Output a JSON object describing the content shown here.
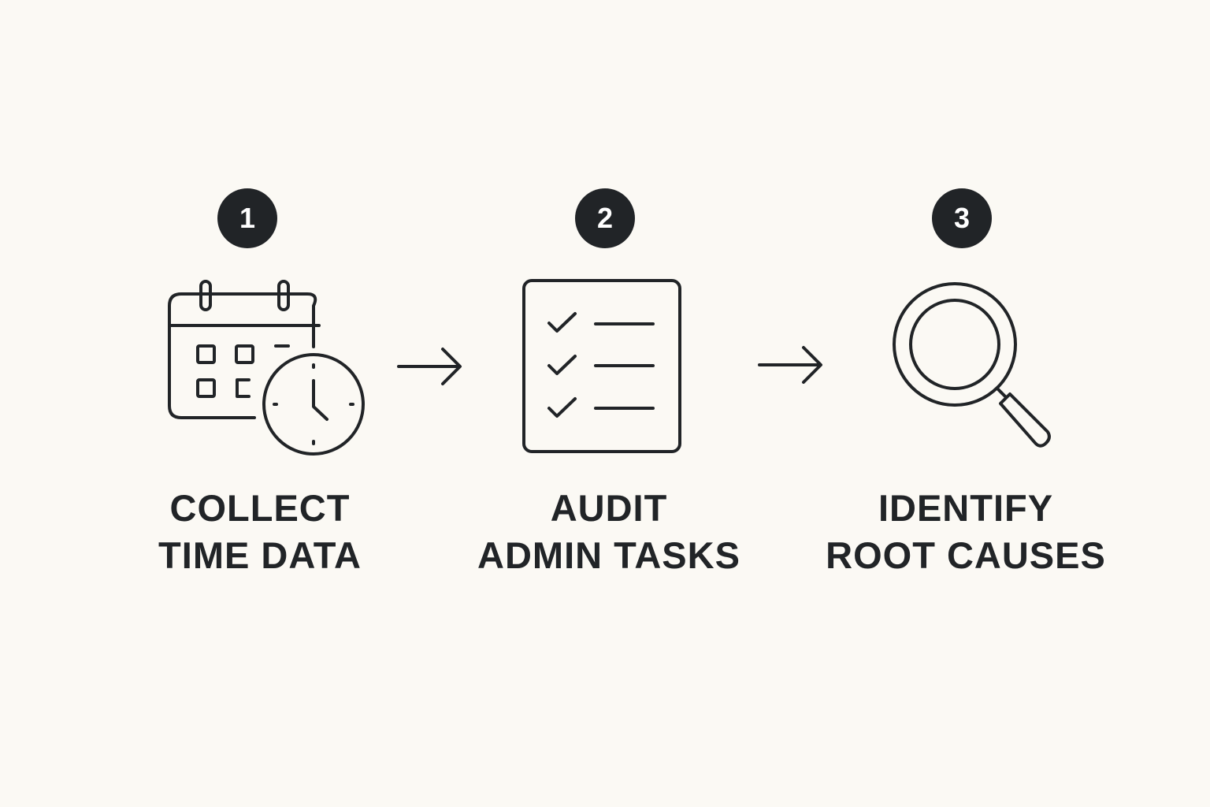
{
  "steps": [
    {
      "number": "1",
      "icon": "calendar-clock-icon",
      "line1": "COLLECT",
      "line2": "TIME DATA"
    },
    {
      "number": "2",
      "icon": "checklist-icon",
      "line1": "AUDIT",
      "line2": "ADMIN TASKS"
    },
    {
      "number": "3",
      "icon": "magnifying-glass-icon",
      "line1": "IDENTIFY",
      "line2": "ROOT CAUSES"
    }
  ],
  "colors": {
    "background": "#fbf9f4",
    "ink": "#212427"
  }
}
